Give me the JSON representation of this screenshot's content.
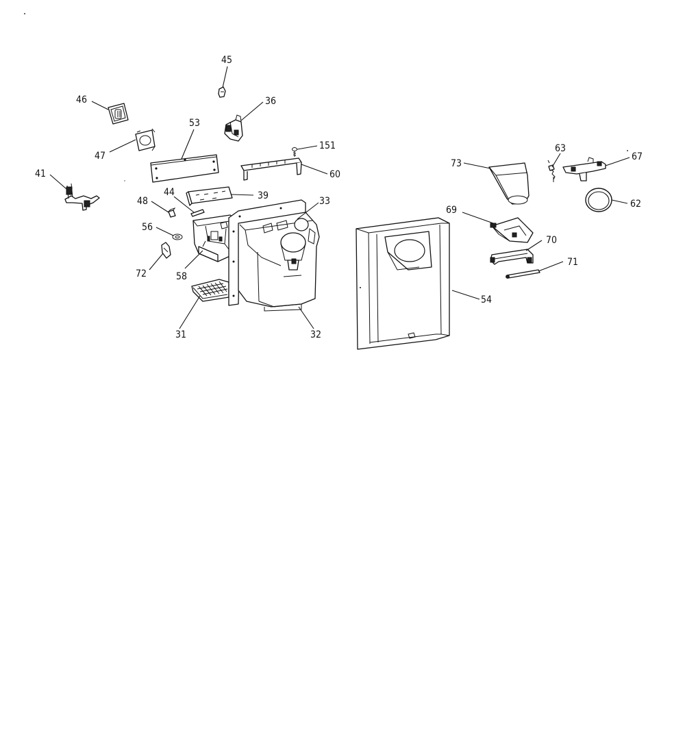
{
  "labels": {
    "p31": "31",
    "p32": "32",
    "p33": "33",
    "p36": "36",
    "p39": "39",
    "p41": "41",
    "p44": "44",
    "p45": "45",
    "p46": "46",
    "p47": "47",
    "p48": "48",
    "p53": "53",
    "p54": "54",
    "p56": "56",
    "p58": "58",
    "p60": "60",
    "p62": "62",
    "p63": "63",
    "p67": "67",
    "p69": "69",
    "p70": "70",
    "p71": "71",
    "p72": "72",
    "p73": "73",
    "p151": "151"
  }
}
